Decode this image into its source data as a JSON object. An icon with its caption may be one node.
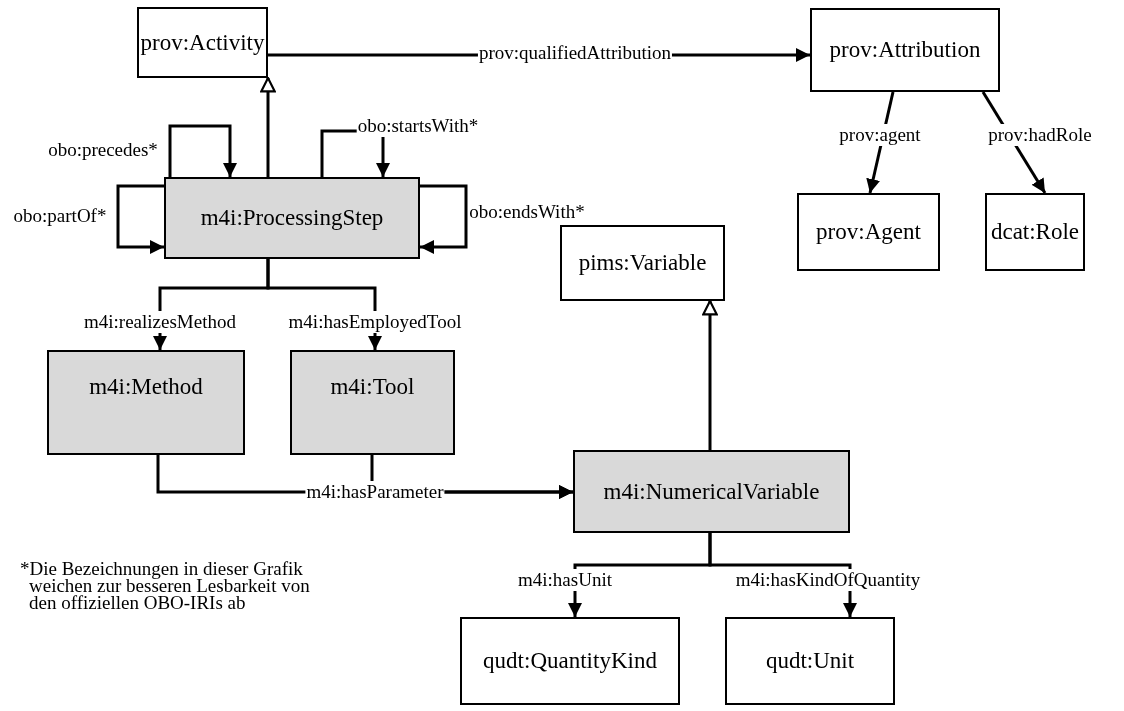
{
  "diagram": {
    "nodes": [
      {
        "text": [
          "prov:Activity"
        ]
      },
      {
        "text": [
          "prov:Attribution"
        ]
      },
      {
        "text": [
          "m4i:ProcessingStep"
        ]
      },
      {
        "text": [
          "prov:Agent"
        ]
      },
      {
        "text": [
          "dcat:Role"
        ]
      },
      {
        "text": [
          "pims:Variable"
        ]
      },
      {
        "text": [
          "m4i:Method"
        ]
      },
      {
        "text": [
          "m4i:Tool"
        ]
      },
      {
        "text": [
          "m4i:NumericalVariable"
        ]
      },
      {
        "text": [
          "qudt:QuantityKind"
        ]
      },
      {
        "text": [
          "qudt:Unit"
        ]
      }
    ],
    "edges": [
      {
        "from": 0,
        "to": 1,
        "arrow": "to",
        "label": "prov:qualifiedAttribution"
      },
      {
        "from": 2,
        "to": 0,
        "arrow": "to"
      },
      {
        "from": 2,
        "to": 2,
        "arrow": "to",
        "label": "obo:precedes*"
      },
      {
        "from": 2,
        "to": 2,
        "arrow": "to",
        "label": "obo:startsWith*"
      },
      {
        "from": 2,
        "to": 2,
        "arrow": "to",
        "label": "obo:partOf*"
      },
      {
        "from": 2,
        "to": 2,
        "arrow": "to",
        "label": "obo:endsWith*"
      },
      {
        "from": 1,
        "to": 3,
        "arrow": "to",
        "label": "prov:agent"
      },
      {
        "from": 1,
        "to": 4,
        "arrow": "to",
        "label": "prov:hadRole"
      },
      {
        "from": 2,
        "to": 6,
        "arrow": "to",
        "label": "m4i:realizesMethod"
      },
      {
        "from": 2,
        "to": 7,
        "arrow": "to",
        "label": "m4i:hasEmployedTool"
      },
      {
        "from": 6,
        "to": 8,
        "arrow": "to",
        "label": "m4i:hasParameter"
      },
      {
        "from": 7,
        "to": 8,
        "arrow": "to"
      },
      {
        "from": 8,
        "to": 5,
        "arrow": "to"
      },
      {
        "from": 8,
        "to": 9,
        "arrow": "to",
        "label": "m4i:hasUnit"
      },
      {
        "from": 8,
        "to": 10,
        "arrow": "to",
        "label": "m4i:hasKindOfQuantity"
      }
    ],
    "labels": [
      "*Die Bezeichnungen in dieser Grafik weichen zur besseren Lesbarkeit von den offiziellen OBO-IRIs ab"
    ]
  }
}
